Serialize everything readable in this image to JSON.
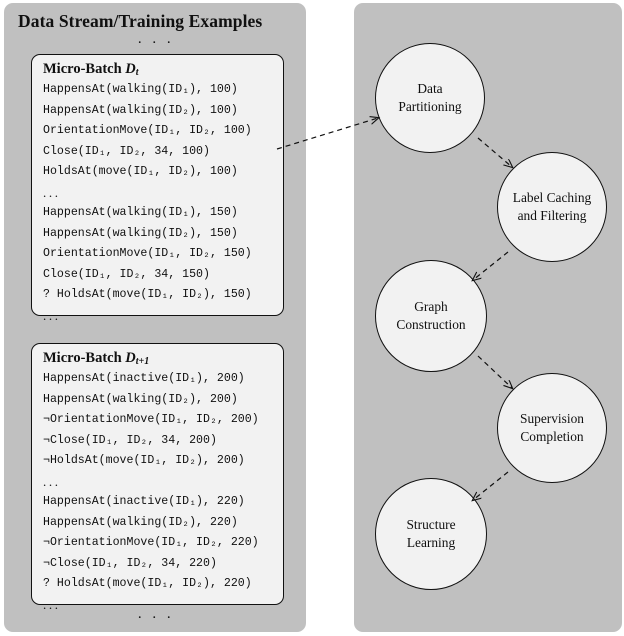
{
  "left_panel": {
    "title": "Data Stream/Training Examples",
    "top_ellipsis": ". . .",
    "bottom_ellipsis": ". . .",
    "batches": [
      {
        "title_main": "Micro-Batch",
        "title_symbol": "D",
        "title_subscript": "t",
        "atoms": [
          "HappensAt(walking(ID₁), 100)",
          "HappensAt(walking(ID₂), 100)",
          "OrientationMove(ID₁, ID₂, 100)",
          "Close(ID₁, ID₂, 34, 100)",
          "HoldsAt(move(ID₁, ID₂), 100)",
          "...",
          "HappensAt(walking(ID₁), 150)",
          "HappensAt(walking(ID₂), 150)",
          "OrientationMove(ID₁, ID₂, 150)",
          "Close(ID₁, ID₂, 34, 150)",
          "? HoldsAt(move(ID₁, ID₂), 150)",
          "..."
        ]
      },
      {
        "title_main": "Micro-Batch",
        "title_symbol": "D",
        "title_subscript": "t+1",
        "atoms": [
          "HappensAt(inactive(ID₁), 200)",
          "HappensAt(walking(ID₂), 200)",
          "¬OrientationMove(ID₁, ID₂, 200)",
          "¬Close(ID₁, ID₂, 34, 200)",
          "¬HoldsAt(move(ID₁, ID₂), 200)",
          "...",
          "HappensAt(inactive(ID₁), 220)",
          "HappensAt(walking(ID₂), 220)",
          "¬OrientationMove(ID₁, ID₂, 220)",
          "¬Close(ID₁, ID₂, 34, 220)",
          "? HoldsAt(move(ID₁, ID₂), 220)",
          "..."
        ]
      }
    ]
  },
  "right_panel": {
    "nodes": [
      {
        "line1": "Data",
        "line2": "Partitioning"
      },
      {
        "line1": "Label Caching",
        "line2": "and Filtering"
      },
      {
        "line1": "Graph",
        "line2": "Construction"
      },
      {
        "line1": "Supervision",
        "line2": "Completion"
      },
      {
        "line1": "Structure",
        "line2": "Learning"
      }
    ]
  },
  "colors": {
    "panel_bg": "#c0c0c0",
    "box_bg": "#f2f2f2",
    "stroke": "#111111",
    "text": "#101010",
    "page_bg": "#ffffff"
  }
}
